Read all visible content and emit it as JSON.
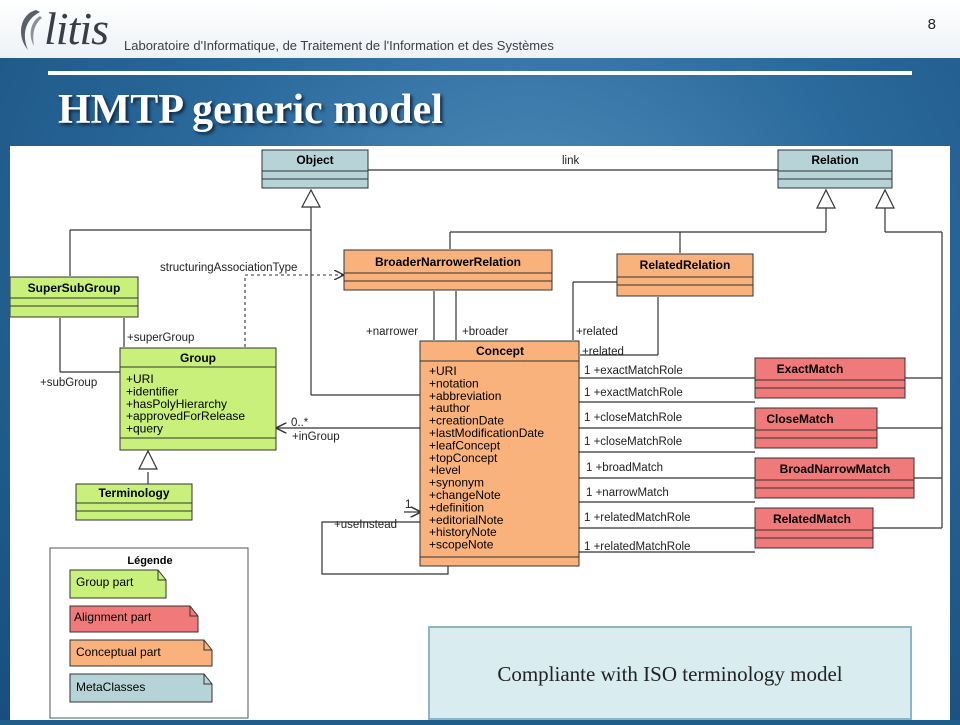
{
  "header": {
    "logo": "litis",
    "lab_name": "Laboratoire d'Informatique, de Traitement de l'Information et des Systèmes",
    "page_number": "8"
  },
  "title": "HMTP generic model",
  "colors": {
    "metaclass": "#b6d4d8",
    "group": "#c8f07a",
    "conceptual": "#f9b27c",
    "alignment": "#f07a7a"
  },
  "diagram": {
    "classes": {
      "object": "Object",
      "relation": "Relation",
      "broader_narrower_relation": "BroaderNarrowerRelation",
      "related_relation": "RelatedRelation",
      "super_sub_group": "SuperSubGroup",
      "group": "Group",
      "terminology": "Terminology",
      "concept": "Concept",
      "exact_match": "ExactMatch",
      "close_match": "CloseMatch",
      "broad_narrow_match": "BroadNarrowMatch",
      "related_match": "RelatedMatch"
    },
    "group_attributes": [
      "+URI",
      "+identifier",
      "+hasPolyHierarchy",
      "+approvedForRelease",
      "+query"
    ],
    "concept_attributes": [
      "+URI",
      "+notation",
      "+abbreviation",
      "+author",
      "+creationDate",
      "+lastModificationDate",
      "+leafConcept",
      "+topConcept",
      "+level",
      "+synonym",
      "+changeNote",
      "+definition",
      "+editorialNote",
      "+historyNote",
      "+scopeNote"
    ],
    "labels": {
      "link": "link",
      "structuring": "structuringAssociationType",
      "super_group": "+superGroup",
      "sub_group": "+subGroup",
      "narrower": "+narrower",
      "broader": "+broader",
      "related_1": "+related",
      "related_2": "+related",
      "multiplicity": "0..*",
      "in_group": "+inGroup",
      "use_instead": "+useInstead",
      "one": "1",
      "exact_1": "1 +exactMatchRole",
      "exact_2": "1 +exactMatchRole",
      "close_1": "1 +closeMatchRole",
      "close_2": "1 +closeMatchRole",
      "broad_match": "1  +broadMatch",
      "narrow_match": "1  +narrowMatch",
      "related_match_1": "1  +relatedMatchRole",
      "related_match_2": "1  +relatedMatchRole"
    },
    "legend": {
      "title": "Légende",
      "items": [
        "Group part",
        "Alignment part",
        "Conceptual part",
        "MetaClasses"
      ]
    }
  },
  "callout": "Compliante with ISO terminology model"
}
